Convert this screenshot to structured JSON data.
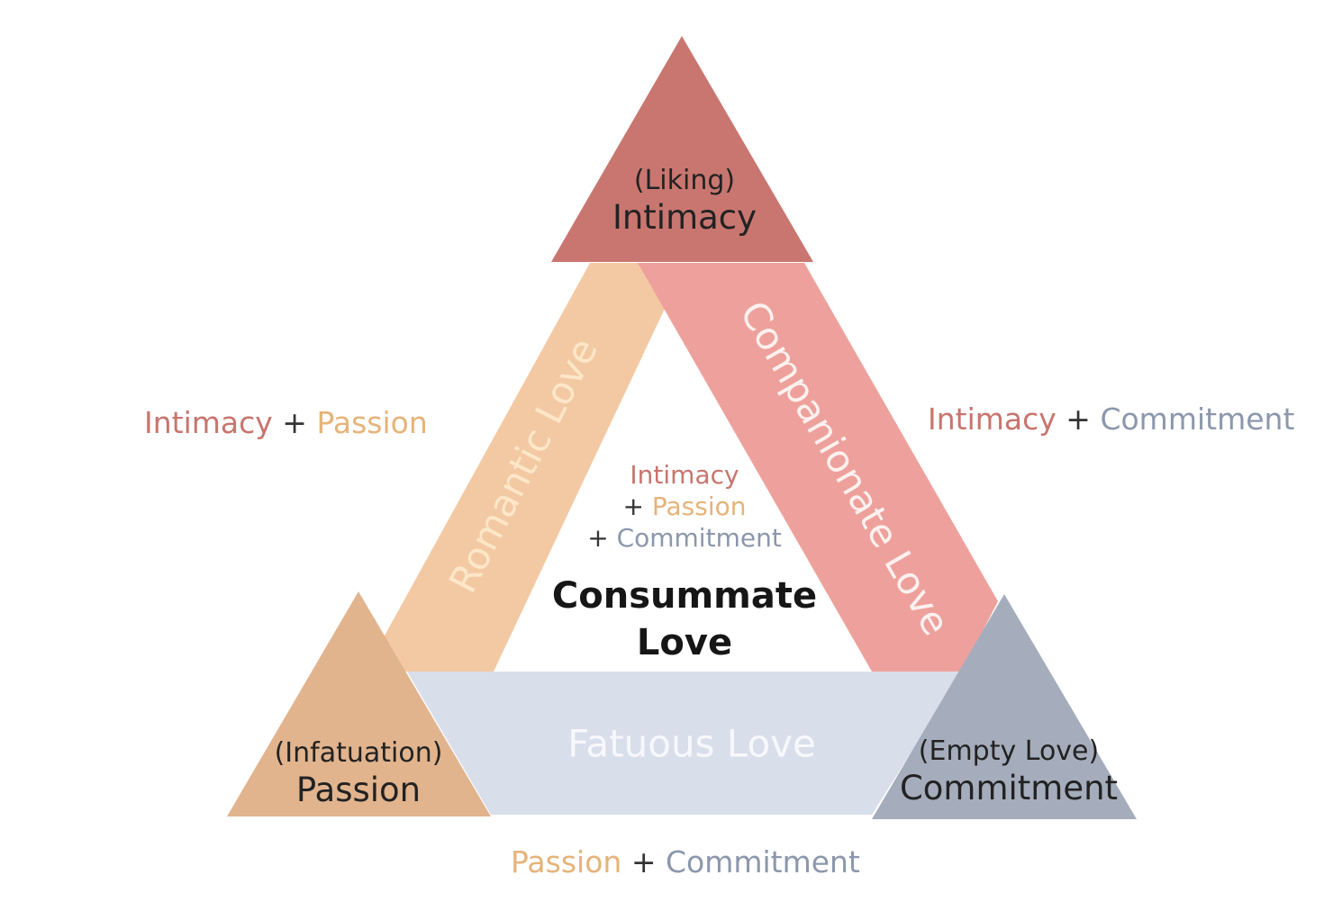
{
  "colors": {
    "intimacy": "#c8756e",
    "passion": "#e6b37a",
    "commitment": "#8c97ac",
    "intimacy_vertex": "#c97670",
    "passion_vertex": "#e1b48e",
    "commitment_vertex": "#a5adbc",
    "romantic_band": "#f3c9a3",
    "companionate_band": "#eea19c",
    "fatuous_band": "#d9deeb"
  },
  "vertices": {
    "top": {
      "sub": "(Liking)",
      "main": "Intimacy"
    },
    "left": {
      "sub": "(Infatuation)",
      "main": "Passion"
    },
    "right": {
      "sub": "(Empty Love)",
      "main": "Commitment"
    }
  },
  "bands": {
    "romantic": "Romantic Love",
    "companionate": "Companionate Love",
    "fatuous": "Fatuous Love"
  },
  "combos": {
    "left": {
      "a": "Intimacy",
      "plus": "+",
      "b": "Passion"
    },
    "right": {
      "a": "Intimacy",
      "plus": "+",
      "b": "Commitment"
    },
    "bottom": {
      "a": "Passion",
      "plus": "+",
      "b": "Commitment"
    }
  },
  "center": {
    "line1": "Intimacy",
    "line2_plus": "+",
    "line2": "Passion",
    "line3_plus": "+",
    "line3": "Commitment",
    "title1": "Consummate",
    "title2": "Love"
  }
}
